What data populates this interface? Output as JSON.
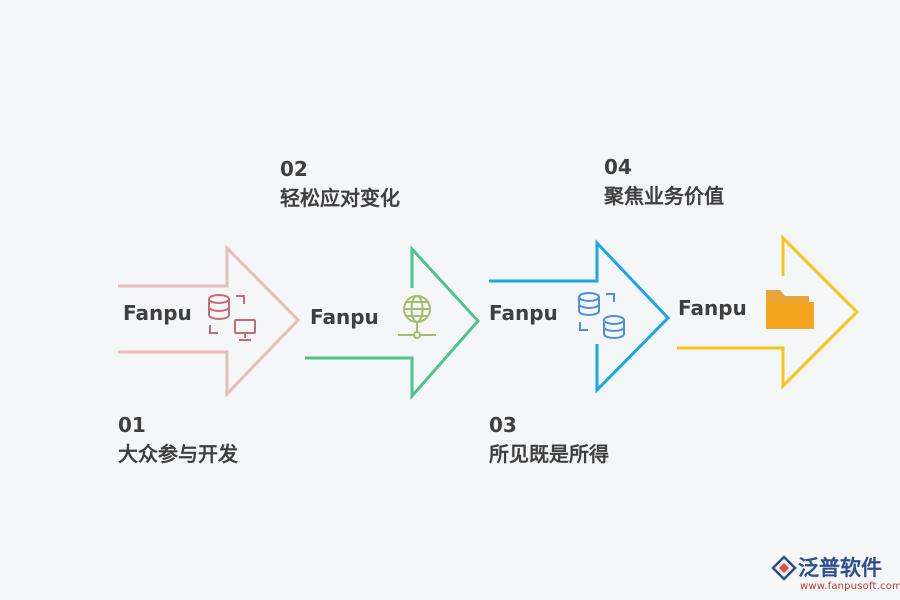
{
  "steps": [
    {
      "num": "01",
      "text": "大众参与开发",
      "brand": "Fanpu",
      "color": "#e6bcbc",
      "icon": "database-monitor-icon"
    },
    {
      "num": "02",
      "text": "轻松应对变化",
      "brand": "Fanpu",
      "color": "#4fc28e",
      "icon": "globe-network-icon"
    },
    {
      "num": "03",
      "text": "所见既是所得",
      "brand": "Fanpu",
      "color": "#1aa7e6",
      "icon": "database-sync-icon"
    },
    {
      "num": "04",
      "text": "聚焦业务价值",
      "brand": "Fanpu",
      "color": "#f5c518",
      "icon": "folder-icon"
    }
  ],
  "logo": {
    "name": "泛普软件",
    "url": "www.fanpusoft.com",
    "icon": "fanpu-logo-icon"
  }
}
